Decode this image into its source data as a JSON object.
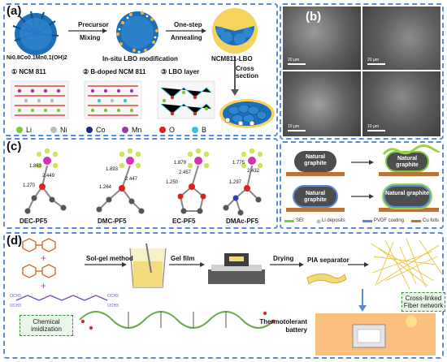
{
  "panel_a": {
    "label": "(a)",
    "precursor_formula": "Ni0.8Co0.1Mn0.1(OH)2",
    "step1_top": "Precursor",
    "step1_bottom": "Mixing",
    "insitu_label": "In-situ LBO modification",
    "step2_top": "One-step",
    "step2_bottom": "Annealing",
    "product_label": "NCM811-LBO",
    "cross_section": "Cross section",
    "structures": [
      "① NCM 811",
      "② B-doped NCM 811",
      "③ LBO layer"
    ],
    "legend": [
      {
        "symbol": "Li",
        "color": "#7ac943"
      },
      {
        "symbol": "Ni",
        "color": "#bdbdbd"
      },
      {
        "symbol": "Co",
        "color": "#1e2a8a"
      },
      {
        "symbol": "Mn",
        "color": "#9b3aa6"
      },
      {
        "symbol": "O",
        "color": "#e02020"
      },
      {
        "symbol": "B",
        "color": "#38c7d6"
      }
    ]
  },
  "panel_b": {
    "label": "(b)",
    "scale_bars": [
      "20 µm",
      "20 µm",
      "10 µm",
      "10 µm"
    ]
  },
  "panel_c": {
    "label": "(c)",
    "molecules": [
      {
        "name": "DEC-PF5",
        "d1": "1.863",
        "d2": "2.449",
        "d3": "1.270"
      },
      {
        "name": "DMC-PF5",
        "d1": "1.893",
        "d2": "2.447",
        "d3": "1.264"
      },
      {
        "name": "EC-PF5",
        "d1": "1.879",
        "d2": "2.457",
        "d3": "1.250"
      },
      {
        "name": "DMAc-PF5",
        "d1": "1.775",
        "d2": "2.432",
        "d3": "1.297"
      }
    ]
  },
  "graphite": {
    "label": "Natural graphite",
    "legend": [
      {
        "text": "SEI",
        "color": "#7ac943"
      },
      {
        "text": "Li deposits",
        "color": "#bdbdbd"
      },
      {
        "text": "PVDF coating",
        "color": "#5b8bd6"
      },
      {
        "text": "Cu foils",
        "color": "#b8733a"
      }
    ]
  },
  "panel_d": {
    "label": "(d)",
    "sol_gel": "Sol-gel method",
    "gel_film": "Gel film",
    "drying": "Drying",
    "separator": "PIA separator",
    "cross_linked": "Cross-linked Fiber network",
    "chemical": "Chemical imidization",
    "thermo": "Thermotolerant battery",
    "cho_labels": [
      "OCH3",
      "OCH3",
      "OCH3",
      "OCH3"
    ]
  }
}
